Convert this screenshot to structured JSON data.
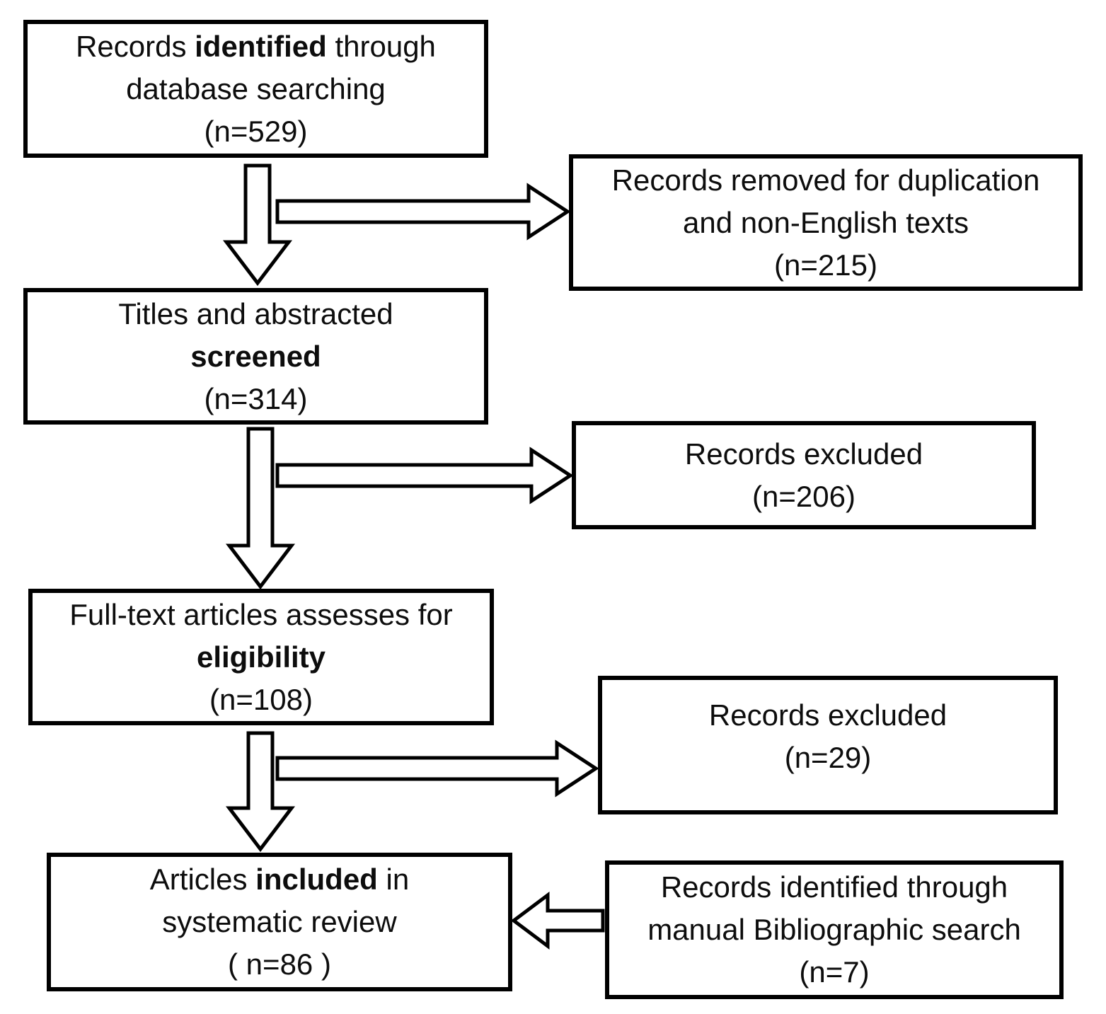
{
  "colors": {
    "box_border": "#000000",
    "box_background": "#ffffff",
    "text": "#0d0d0d",
    "page_background": "#ffffff"
  },
  "boxes": {
    "identified": {
      "line1_pre": "Records ",
      "line1_bold": "identified",
      "line1_post": " through",
      "line2": "database searching",
      "count": "(n=529)",
      "n": 529
    },
    "duplicates_removed": {
      "line1": "Records removed for duplication",
      "line2": "and non-English texts",
      "count": "(n=215)",
      "n": 215
    },
    "screened": {
      "line1": "Titles and abstracted",
      "line2_bold": "screened",
      "count": "(n=314)",
      "n": 314
    },
    "excluded_screening": {
      "line1": "Records excluded",
      "count": "(n=206)",
      "n": 206
    },
    "eligibility": {
      "line1": "Full-text articles assesses for",
      "line2_bold": "eligibility",
      "count": "(n=108)",
      "n": 108
    },
    "excluded_eligibility": {
      "line1": "Records excluded",
      "count": "(n=29)",
      "n": 29
    },
    "included": {
      "line1_pre": "Articles ",
      "line1_bold": "included",
      "line1_post": " in",
      "line2": "systematic review",
      "count": "( n=86 )",
      "n": 86
    },
    "manual_search": {
      "line1": "Records identified through",
      "line2": "manual Bibliographic search",
      "count": "(n=7)",
      "n": 7
    }
  },
  "connections": [
    {
      "from": "identified",
      "to": "screened",
      "direction": "down"
    },
    {
      "from": "identified",
      "to": "duplicates_removed",
      "direction": "right"
    },
    {
      "from": "screened",
      "to": "eligibility",
      "direction": "down"
    },
    {
      "from": "screened",
      "to": "excluded_screening",
      "direction": "right"
    },
    {
      "from": "eligibility",
      "to": "included",
      "direction": "down"
    },
    {
      "from": "eligibility",
      "to": "excluded_eligibility",
      "direction": "right"
    },
    {
      "from": "manual_search",
      "to": "included",
      "direction": "left"
    }
  ]
}
